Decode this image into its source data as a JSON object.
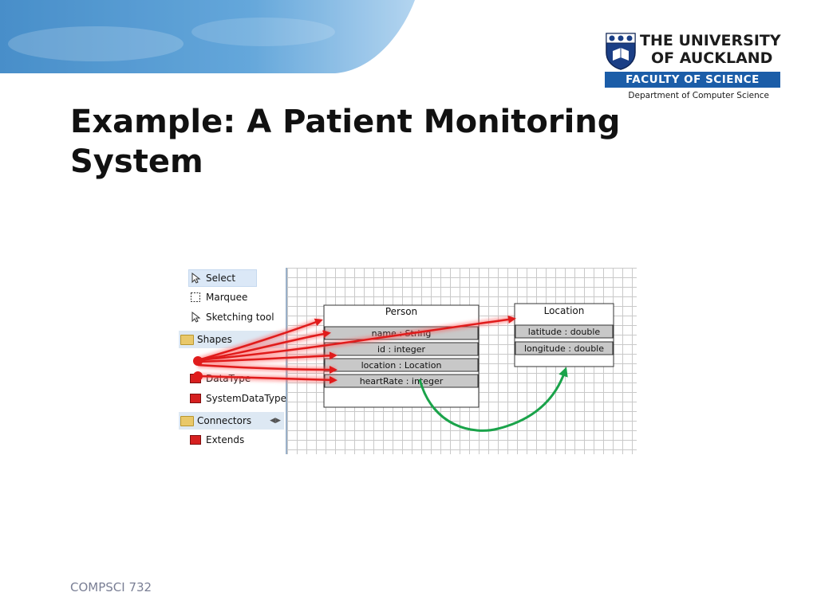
{
  "slide": {
    "title_line1": "Example: A Patient Monitoring",
    "title_line2": "System",
    "footer": "COMPSCI 732"
  },
  "logo": {
    "line1": "THE UNIVERSITY",
    "line2": "OF AUCKLAND",
    "faculty": "FACULTY OF SCIENCE",
    "department": "Department of Computer Science"
  },
  "palette": {
    "tools": [
      {
        "label": "Select",
        "icon": "pointer-icon"
      },
      {
        "label": "Marquee",
        "icon": "marquee-icon"
      },
      {
        "label": "Sketching tool",
        "icon": "pointer-icon"
      }
    ],
    "shapes_header": "Shapes",
    "shapes": [
      {
        "label": "DataType",
        "icon": "red-square-icon"
      },
      {
        "label": "SystemDataType",
        "icon": "red-square-icon"
      }
    ],
    "connectors_header": "Connectors",
    "connectors": [
      {
        "label": "Extends",
        "icon": "red-square-icon"
      }
    ]
  },
  "diagram": {
    "person": {
      "title": "Person",
      "attributes": [
        "name : String",
        "id : integer",
        "location : Location",
        "heartRate : integer"
      ]
    },
    "location": {
      "title": "Location",
      "attributes": [
        "latitude : double",
        "longitude : double"
      ]
    }
  },
  "colors": {
    "arrow_red": "#e01b1b",
    "arrow_green": "#1aa34a",
    "faculty_blue": "#1b5da8"
  }
}
